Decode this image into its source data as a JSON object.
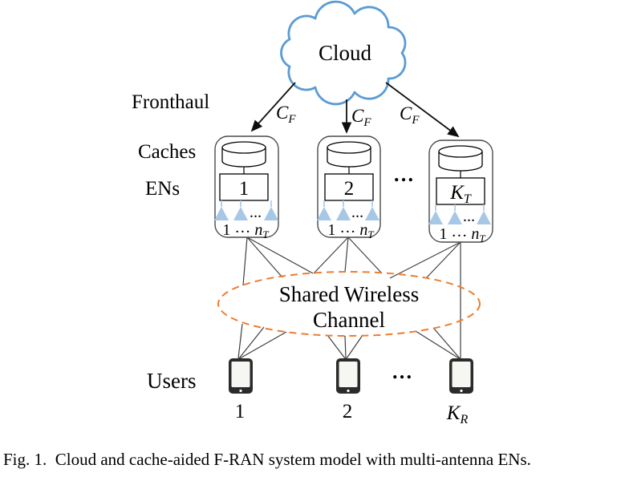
{
  "figure": {
    "cloud": {
      "label": "Cloud"
    },
    "fronthaul": {
      "label": "Fronthaul",
      "capacity": {
        "base": "C",
        "sub": "F"
      }
    },
    "caches": {
      "label": "Caches"
    },
    "ens": {
      "label": "ENs",
      "nodes": [
        {
          "base": "1",
          "sub": ""
        },
        {
          "base": "2",
          "sub": ""
        },
        {
          "base": "K",
          "sub": "T"
        }
      ],
      "ellipsis": "…",
      "antenna_dots": "…",
      "antenna_label": {
        "num": "1",
        "dots": "…",
        "base": "n",
        "sub": "T"
      }
    },
    "channel": {
      "line1": "Shared Wireless",
      "line2": "Channel"
    },
    "users": {
      "label": "Users",
      "nodes": [
        {
          "base": "1",
          "sub": ""
        },
        {
          "base": "2",
          "sub": ""
        },
        {
          "base": "K",
          "sub": "R"
        }
      ],
      "ellipsis": "…"
    }
  },
  "caption": "Fig. 1.  Cloud and cache-aided F-RAN system model with multi-antenna ENs.",
  "colors": {
    "cloud_stroke": "#5B9BD5",
    "antenna_fill": "#A7C7E7",
    "channel_stroke": "#ED7D31",
    "connection_line": "#3f3f3f",
    "text": "#000000",
    "background": "#ffffff"
  }
}
